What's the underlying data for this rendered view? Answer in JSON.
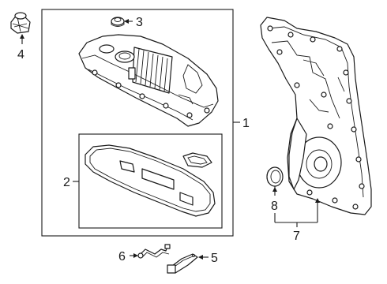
{
  "callouts": {
    "c1": "1",
    "c2": "2",
    "c3": "3",
    "c4": "4",
    "c5": "5",
    "c6": "6",
    "c7": "7",
    "c8": "8"
  },
  "parts": [
    {
      "callout": "1",
      "icon": "valve-cover-assembly"
    },
    {
      "callout": "2",
      "icon": "valve-cover-gasket"
    },
    {
      "callout": "3",
      "icon": "grommet"
    },
    {
      "callout": "4",
      "icon": "oil-filler-cap"
    },
    {
      "callout": "5",
      "icon": "bracket"
    },
    {
      "callout": "6",
      "icon": "pcv-hose"
    },
    {
      "callout": "7",
      "icon": "timing-cover"
    },
    {
      "callout": "8",
      "icon": "front-crank-seal"
    }
  ]
}
